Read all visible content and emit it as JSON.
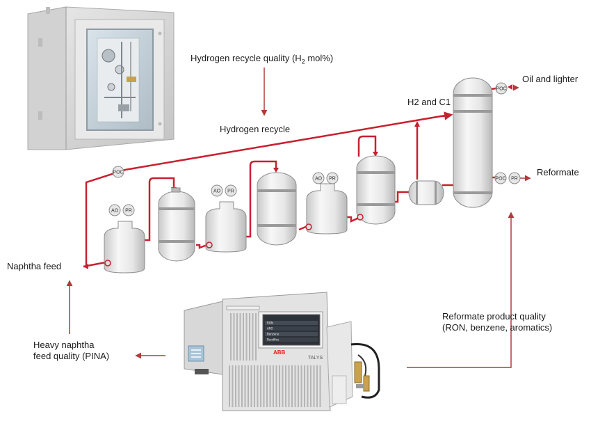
{
  "labels": {
    "hydrogen_quality_prefix": "Hydrogen recycle quality (H",
    "hydrogen_quality_sub": "2",
    "hydrogen_quality_suffix": " mol%)",
    "hydrogen_recycle": "Hydrogen recycle",
    "h2_c1": "H2 and C1",
    "oil_lighter": "Oil and lighter",
    "reformate": "Reformate",
    "naphtha_feed": "Naphtha feed",
    "heavy_naphtha_line1": "Heavy naphtha",
    "heavy_naphtha_line2": "feed quality (PINA)",
    "reformate_quality_line1": "Reformate product quality",
    "reformate_quality_line2": "(RON, benzene, aromatics)"
  },
  "tags": {
    "poc": "POC",
    "ao": "AO",
    "pr": "PR"
  },
  "analyzer": {
    "brand": "ABB",
    "model": "TALYS",
    "screen_rows": [
      "RON",
      "ARO",
      "Benzene",
      "Paraffins"
    ]
  },
  "colors": {
    "pipe": "#c8202f",
    "arrow": "#b23a3a",
    "vessel_light": "#f6f6f6",
    "vessel_dark": "#c9c9c9"
  }
}
